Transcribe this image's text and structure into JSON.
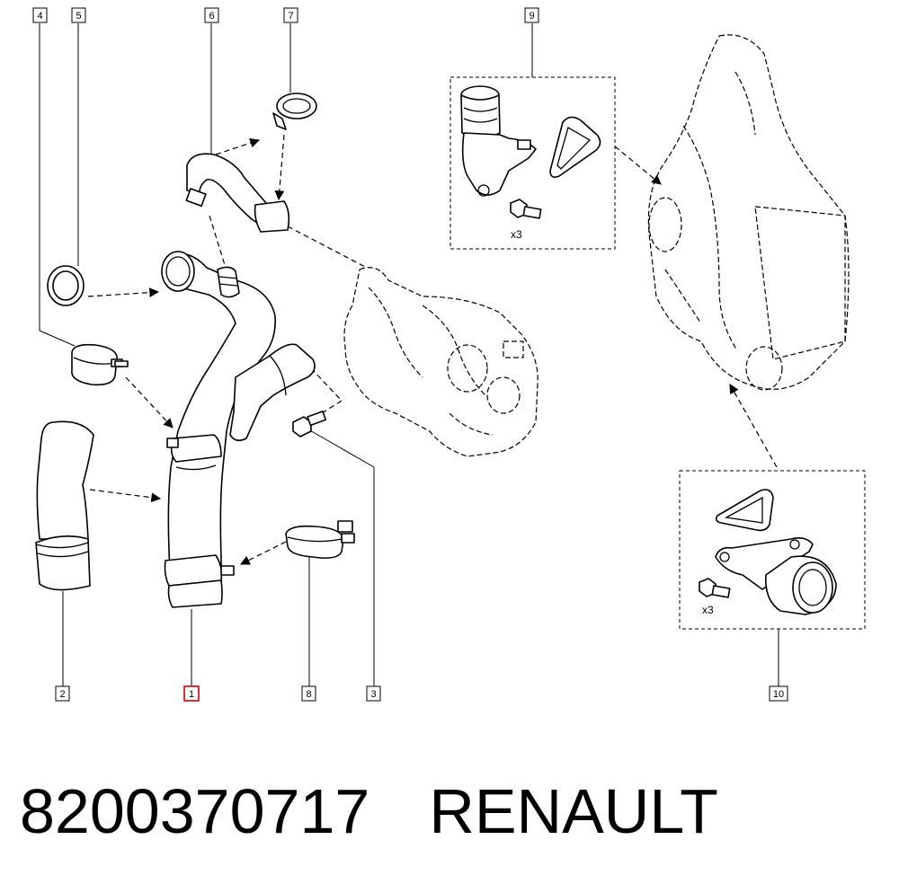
{
  "callouts": [
    {
      "id": "1",
      "label": "1",
      "highlighted": true
    },
    {
      "id": "2",
      "label": "2"
    },
    {
      "id": "3",
      "label": "3"
    },
    {
      "id": "4",
      "label": "4"
    },
    {
      "id": "5",
      "label": "5"
    },
    {
      "id": "6",
      "label": "6"
    },
    {
      "id": "7",
      "label": "7"
    },
    {
      "id": "8",
      "label": "8"
    },
    {
      "id": "9",
      "label": "9"
    },
    {
      "id": "10",
      "label": "10"
    }
  ],
  "quantities": {
    "group_9": "x3",
    "group_10": "x3"
  },
  "footer": {
    "part_number": "8200370717",
    "brand": "RENAULT"
  },
  "colors": {
    "line": "#000000",
    "highlight": "#d40000",
    "background": "#ffffff"
  }
}
